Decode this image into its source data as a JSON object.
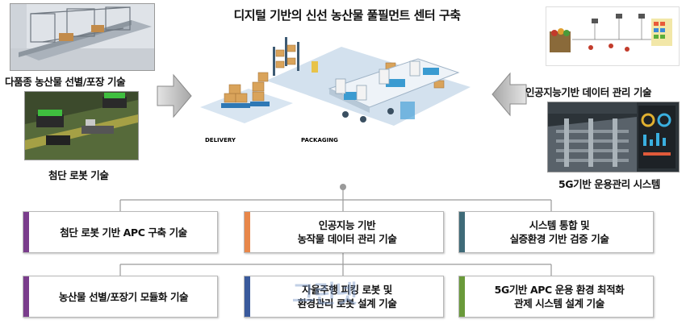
{
  "title": "디지털 기반의 신선 농산물 풀필먼트 센터 구축",
  "left_top_caption": "다품종 농산물 선별/포장 기술",
  "left_bottom_caption": "첨단 로봇 기술",
  "right_top_caption": "인공지능기반 데이터 관리 기술",
  "right_bottom_caption": "5G기반 운용관리 시스템",
  "center_labels": {
    "delivery": "DELIVERY",
    "packaging": "PACKAGING"
  },
  "row1": [
    {
      "text": "첨단 로봇 기반 APC 구축 기술",
      "color": "#7a3d8c"
    },
    {
      "text": "인공지능 기반\n농작물 데이터 관리 기술",
      "color": "#e8874a"
    },
    {
      "text": "시스템 통합 및\n실증환경 기반 검증 기술",
      "color": "#3f6b78"
    }
  ],
  "row2": [
    {
      "text": "농산물 선별/포장기 모듈화 기술",
      "color": "#7a3d8c"
    },
    {
      "text": "자율주행 피킹 로봇 및\n환경관리 로봇 설계 기술",
      "color": "#3a5a9c"
    },
    {
      "text": "5G기반 APC 운용 환경 최적화\n관제 시스템 설계 기술",
      "color": "#6a9a3a"
    }
  ],
  "watermark": "그린넷"
}
